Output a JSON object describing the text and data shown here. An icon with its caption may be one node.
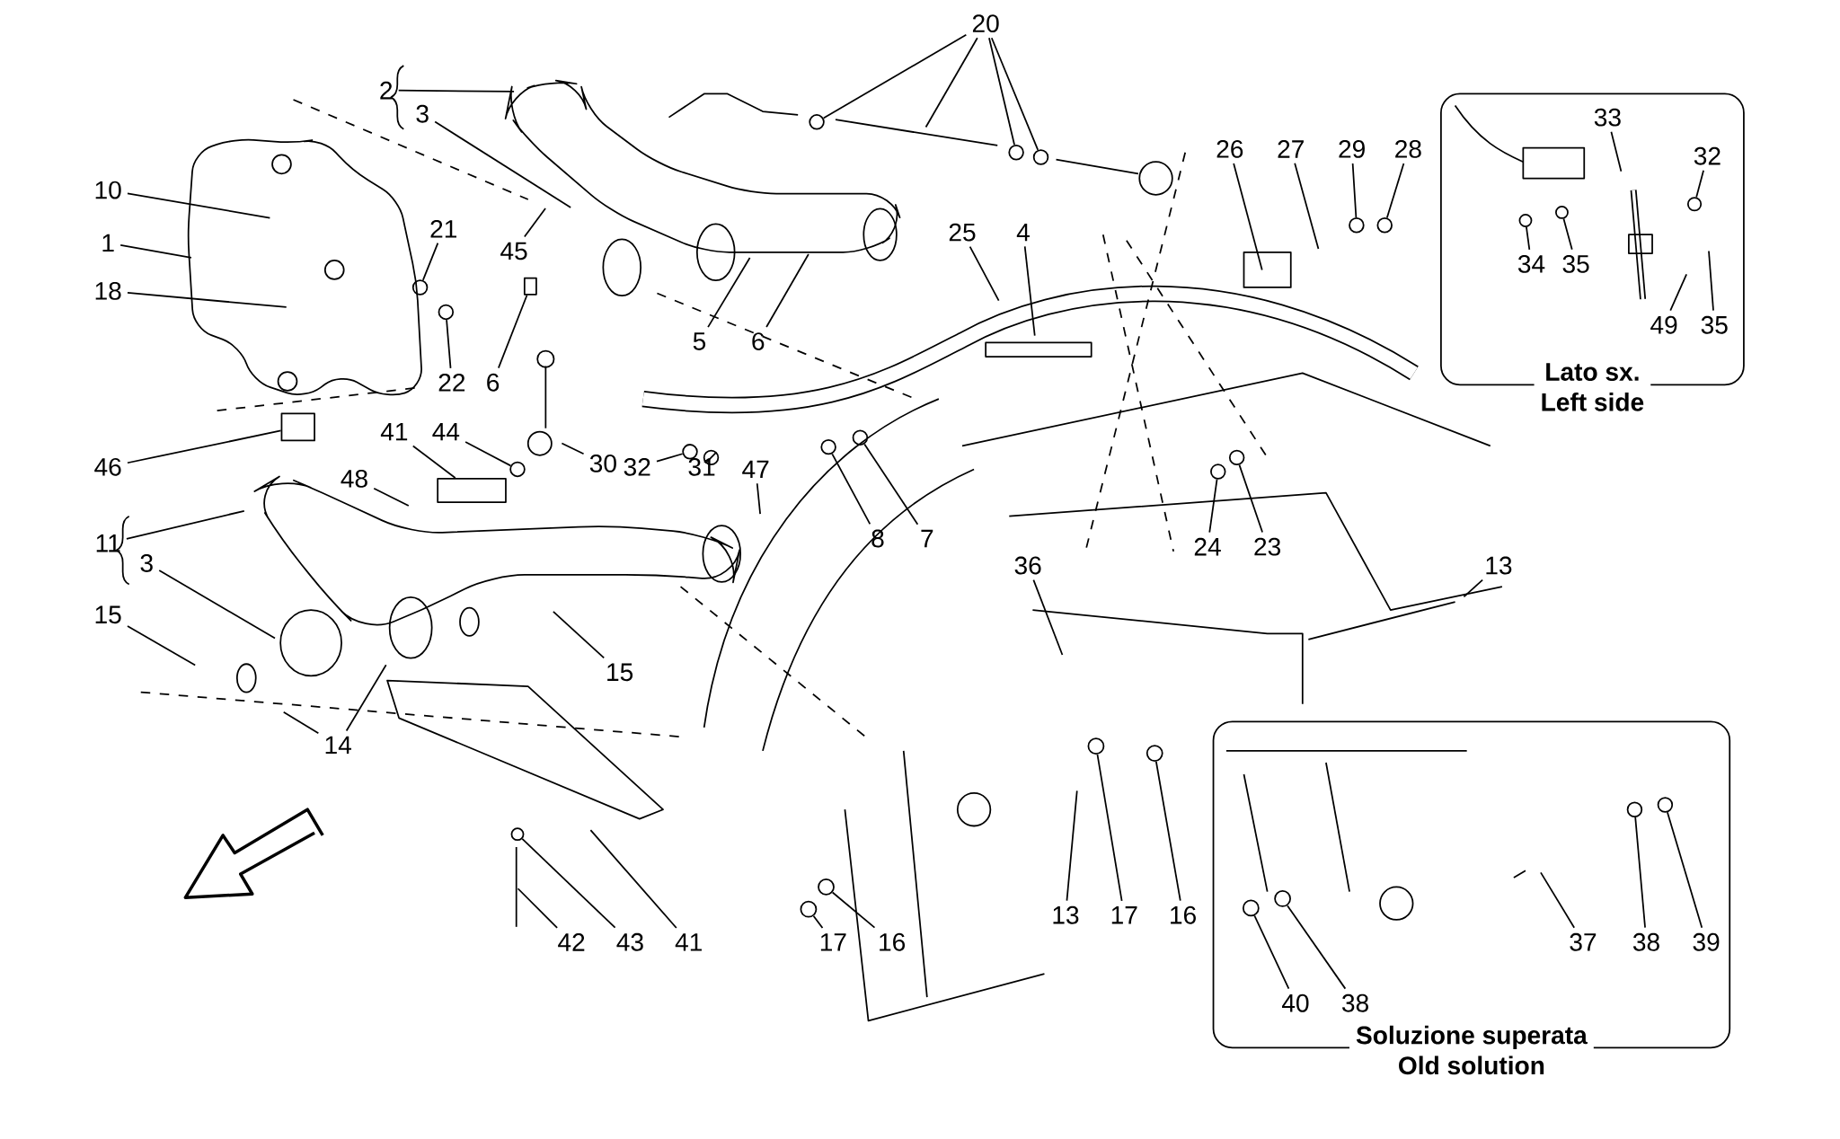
{
  "diagram": {
    "nodes": [
      {
        "text": [
          "20"
        ]
      },
      {
        "text": [
          "2"
        ]
      },
      {
        "text": [
          "3"
        ]
      },
      {
        "text": [
          "Lato sx.",
          "Left side"
        ]
      },
      {
        "text": [
          "33"
        ],
        "in": 3
      },
      {
        "text": [
          "32"
        ],
        "in": 3
      },
      {
        "text": [
          "26"
        ]
      },
      {
        "text": [
          "27"
        ]
      },
      {
        "text": [
          "29"
        ]
      },
      {
        "text": [
          "28"
        ]
      },
      {
        "text": [
          "10"
        ]
      },
      {
        "text": [
          "21"
        ]
      },
      {
        "text": [
          "25"
        ]
      },
      {
        "text": [
          "4"
        ]
      },
      {
        "text": [
          "1"
        ]
      },
      {
        "text": [
          "45"
        ]
      },
      {
        "text": [
          "34"
        ],
        "in": 3
      },
      {
        "text": [
          "35"
        ],
        "in": 3
      },
      {
        "text": [
          "18"
        ]
      },
      {
        "text": [
          "5"
        ]
      },
      {
        "text": [
          "6"
        ]
      },
      {
        "text": [
          "49"
        ],
        "in": 3
      },
      {
        "text": [
          "35"
        ],
        "in": 3
      },
      {
        "text": [
          "22"
        ]
      },
      {
        "text": [
          "6"
        ]
      },
      {
        "text": [
          "41"
        ]
      },
      {
        "text": [
          "44"
        ]
      },
      {
        "text": [
          "46"
        ]
      },
      {
        "text": [
          "30"
        ]
      },
      {
        "text": [
          "32"
        ]
      },
      {
        "text": [
          "31"
        ]
      },
      {
        "text": [
          "47"
        ]
      },
      {
        "text": [
          "48"
        ]
      },
      {
        "text": [
          "8"
        ]
      },
      {
        "text": [
          "7"
        ]
      },
      {
        "text": [
          "24"
        ]
      },
      {
        "text": [
          "23"
        ]
      },
      {
        "text": [
          "11"
        ]
      },
      {
        "text": [
          "3"
        ]
      },
      {
        "text": [
          "13"
        ]
      },
      {
        "text": [
          "36"
        ]
      },
      {
        "text": [
          "15"
        ]
      },
      {
        "text": [
          "15"
        ]
      },
      {
        "text": [
          "Soluzione superata",
          "Old solution"
        ]
      },
      {
        "text": [
          "14"
        ]
      },
      {
        "text": [
          "13"
        ]
      },
      {
        "text": [
          "17"
        ]
      },
      {
        "text": [
          "16"
        ]
      },
      {
        "text": [
          "17"
        ]
      },
      {
        "text": [
          "16"
        ]
      },
      {
        "text": [
          "42"
        ]
      },
      {
        "text": [
          "43"
        ]
      },
      {
        "text": [
          "41"
        ]
      },
      {
        "text": [
          "37"
        ],
        "in": 43
      },
      {
        "text": [
          "38"
        ],
        "in": 43
      },
      {
        "text": [
          "39"
        ],
        "in": 43
      },
      {
        "text": [
          "40"
        ],
        "in": 43
      },
      {
        "text": [
          "38"
        ],
        "in": 43
      },
      {
        "text": [],
        "shape": "circle"
      },
      {
        "text": [],
        "shape": "circle"
      },
      {
        "text": [],
        "shape": "circle"
      },
      {
        "text": [],
        "shape": "circle",
        "in": 3
      },
      {
        "text": [],
        "shape": "circle"
      },
      {
        "text": [],
        "shape": "circle"
      },
      {
        "text": [],
        "shape": "circle"
      },
      {
        "text": [],
        "shape": "circle",
        "in": 3
      },
      {
        "text": [],
        "shape": "circle",
        "in": 3
      },
      {
        "text": [],
        "shape": "circle"
      },
      {
        "text": [],
        "shape": "box"
      },
      {
        "text": [],
        "shape": "box"
      },
      {
        "text": [],
        "shape": "circle"
      },
      {
        "text": [],
        "shape": "box"
      },
      {
        "text": [],
        "shape": "circle"
      },
      {
        "text": [],
        "shape": "circle"
      },
      {
        "text": [],
        "shape": "circle"
      },
      {
        "text": [],
        "shape": "circle"
      },
      {
        "text": [],
        "shape": "circle"
      },
      {
        "text": [],
        "shape": "circle"
      },
      {
        "text": [],
        "shape": "circle"
      },
      {
        "text": [],
        "shape": "circle"
      },
      {
        "text": [],
        "shape": "circle"
      },
      {
        "text": [],
        "shape": "circle"
      },
      {
        "text": [],
        "shape": "circle"
      },
      {
        "text": [],
        "shape": "circle",
        "in": 43
      },
      {
        "text": [],
        "shape": "circle",
        "in": 43
      },
      {
        "text": [],
        "shape": "circle",
        "in": 43
      },
      {
        "text": [],
        "shape": "circle",
        "in": 43
      }
    ],
    "edges": [
      {
        "from": 0,
        "to": 58,
        "arrow": "none"
      },
      {
        "from": 0,
        "to": null,
        "arrow": "none"
      },
      {
        "from": 0,
        "to": 59,
        "arrow": "none"
      },
      {
        "from": 0,
        "to": 60,
        "arrow": "none"
      },
      {
        "from": 1,
        "to": null,
        "arrow": "none"
      },
      {
        "from": 2,
        "to": null,
        "arrow": "none"
      },
      {
        "from": 4,
        "to": null,
        "arrow": "none"
      },
      {
        "from": 5,
        "to": 61,
        "arrow": "none"
      },
      {
        "from": 6,
        "to": null,
        "arrow": "none"
      },
      {
        "from": 7,
        "to": null,
        "arrow": "none"
      },
      {
        "from": 8,
        "to": 62,
        "arrow": "none"
      },
      {
        "from": 9,
        "to": 63,
        "arrow": "none"
      },
      {
        "from": 10,
        "to": null,
        "arrow": "none"
      },
      {
        "from": 11,
        "to": 64,
        "arrow": "none"
      },
      {
        "from": 12,
        "to": null,
        "arrow": "none"
      },
      {
        "from": 13,
        "to": null,
        "arrow": "none"
      },
      {
        "from": 14,
        "to": null,
        "arrow": "none"
      },
      {
        "from": 15,
        "to": null,
        "arrow": "none"
      },
      {
        "from": 16,
        "to": 65,
        "arrow": "none"
      },
      {
        "from": 17,
        "to": 66,
        "arrow": "none"
      },
      {
        "from": 18,
        "to": null,
        "arrow": "none"
      },
      {
        "from": 19,
        "to": null,
        "arrow": "none"
      },
      {
        "from": 20,
        "to": null,
        "arrow": "none"
      },
      {
        "from": 21,
        "to": null,
        "arrow": "none"
      },
      {
        "from": 22,
        "to": null,
        "arrow": "none"
      },
      {
        "from": 23,
        "to": 67,
        "arrow": "none"
      },
      {
        "from": 24,
        "to": 68,
        "arrow": "none"
      },
      {
        "from": 25,
        "to": 69,
        "arrow": "none"
      },
      {
        "from": 26,
        "to": 70,
        "arrow": "none"
      },
      {
        "from": 27,
        "to": 71,
        "arrow": "none"
      },
      {
        "from": 28,
        "to": null,
        "arrow": "none"
      },
      {
        "from": 29,
        "to": 72,
        "arrow": "none"
      },
      {
        "from": 30,
        "to": 73,
        "arrow": "none"
      },
      {
        "from": 31,
        "to": null,
        "arrow": "none"
      },
      {
        "from": 32,
        "to": null,
        "arrow": "none"
      },
      {
        "from": 33,
        "to": 74,
        "arrow": "none"
      },
      {
        "from": 34,
        "to": 75,
        "arrow": "none"
      },
      {
        "from": 35,
        "to": 76,
        "arrow": "none"
      },
      {
        "from": 36,
        "to": 77,
        "arrow": "none"
      },
      {
        "from": 37,
        "to": null,
        "arrow": "none"
      },
      {
        "from": 38,
        "to": null,
        "arrow": "none"
      },
      {
        "from": 39,
        "to": null,
        "arrow": "none"
      },
      {
        "from": 40,
        "to": null,
        "arrow": "none"
      },
      {
        "from": 41,
        "to": null,
        "arrow": "none"
      },
      {
        "from": 42,
        "to": null,
        "arrow": "none"
      },
      {
        "from": 44,
        "to": null,
        "arrow": "none"
      },
      {
        "from": 44,
        "to": null,
        "arrow": "none"
      },
      {
        "from": 45,
        "to": null,
        "arrow": "none"
      },
      {
        "from": 46,
        "to": 78,
        "arrow": "none"
      },
      {
        "from": 47,
        "to": 79,
        "arrow": "none"
      },
      {
        "from": 48,
        "to": 80,
        "arrow": "none"
      },
      {
        "from": 49,
        "to": 81,
        "arrow": "none"
      },
      {
        "from": 50,
        "to": null,
        "arrow": "none"
      },
      {
        "from": 51,
        "to": 82,
        "arrow": "none"
      },
      {
        "from": 52,
        "to": null,
        "arrow": "none"
      },
      {
        "from": 53,
        "to": null,
        "arrow": "none"
      },
      {
        "from": 54,
        "to": 83,
        "arrow": "none"
      },
      {
        "from": 55,
        "to": 84,
        "arrow": "none"
      },
      {
        "from": 56,
        "to": 85,
        "arrow": "none"
      },
      {
        "from": 57,
        "to": 86,
        "arrow": "none"
      }
    ]
  }
}
